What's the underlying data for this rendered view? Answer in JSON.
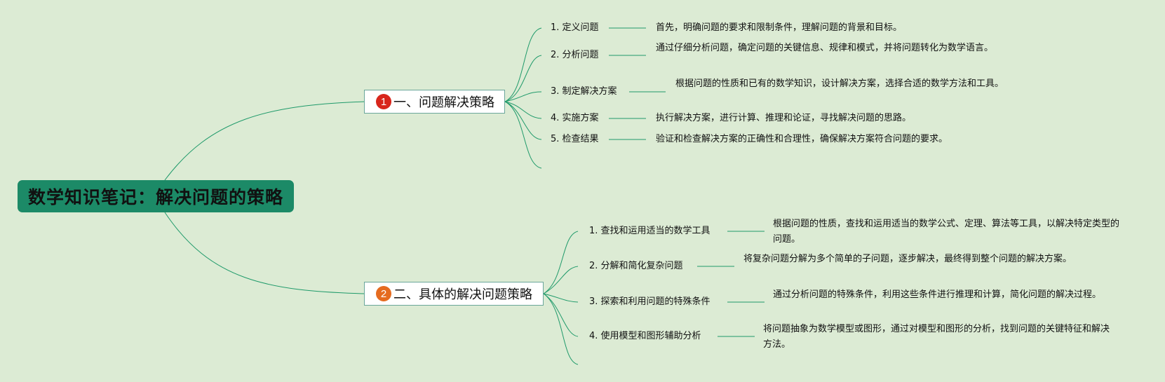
{
  "root": {
    "title": "数学知识笔记：解决问题的策略"
  },
  "branches": [
    {
      "badge": "1",
      "label": "一、问题解决策略",
      "items": [
        {
          "label": "1. 定义问题",
          "desc": "首先，明确问题的要求和限制条件，理解问题的背景和目标。"
        },
        {
          "label": "2. 分析问题",
          "desc": "通过仔细分析问题，确定问题的关键信息、规律和模式，并将问题转化为数学语言。"
        },
        {
          "label": "3. 制定解决方案",
          "desc": "根据问题的性质和已有的数学知识，设计解决方案，选择合适的数学方法和工具。"
        },
        {
          "label": "4. 实施方案",
          "desc": "执行解决方案，进行计算、推理和论证，寻找解决问题的思路。"
        },
        {
          "label": "5. 检查结果",
          "desc": "验证和检查解决方案的正确性和合理性，确保解决方案符合问题的要求。"
        }
      ]
    },
    {
      "badge": "2",
      "label": "二、具体的解决问题策略",
      "items": [
        {
          "label": "1. 查找和运用适当的数学工具",
          "desc": "根据问题的性质，查找和运用适当的数学公式、定理、算法等工具，以解决特定类型的问题。"
        },
        {
          "label": "2. 分解和简化复杂问题",
          "desc": "将复杂问题分解为多个简单的子问题，逐步解决，最终得到整个问题的解决方案。"
        },
        {
          "label": "3. 探索和利用问题的特殊条件",
          "desc": "通过分析问题的特殊条件，利用这些条件进行推理和计算，简化问题的解决过程。"
        },
        {
          "label": "4. 使用模型和图形辅助分析",
          "desc": "将问题抽象为数学模型或图形，通过对模型和图形的分析，找到问题的关键特征和解决方法。"
        }
      ]
    }
  ],
  "colors": {
    "background": "#dcebd4",
    "root_fill": "#1c8a67",
    "line": "#1f9a6a",
    "badge1": "#d8261c",
    "badge2": "#e56b1f"
  }
}
